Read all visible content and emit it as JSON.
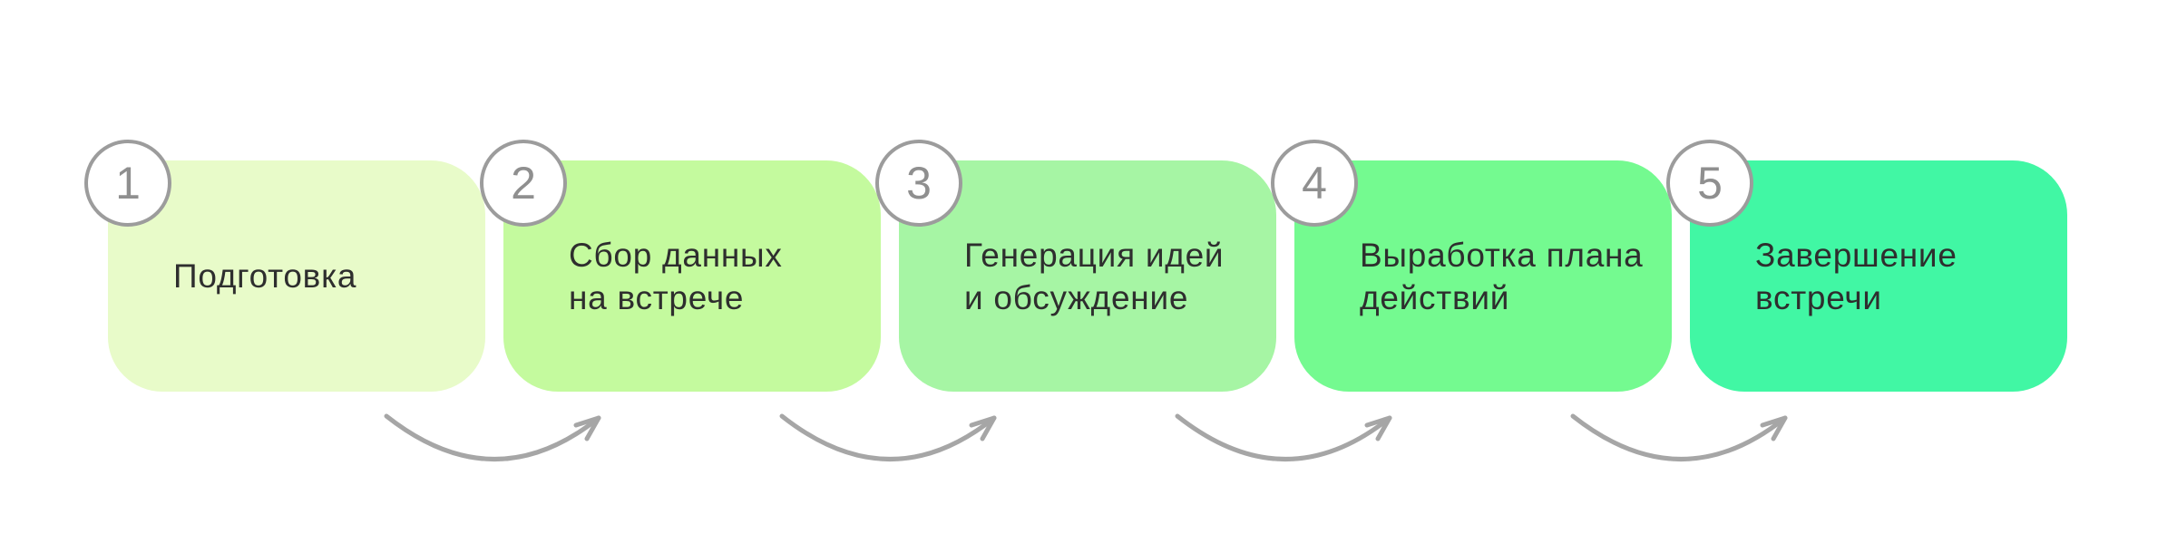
{
  "diagram": {
    "name": "meeting-process-steps",
    "steps": [
      {
        "number": "1",
        "label": "Подготовка",
        "color": "#E8FBC9"
      },
      {
        "number": "2",
        "label": "Сбор данных\nна встрече",
        "color": "#C4FA9E"
      },
      {
        "number": "3",
        "label": "Генерация идей\nи обсуждение",
        "color": "#A6F5A4"
      },
      {
        "number": "4",
        "label": "Выработка плана\nдействий",
        "color": "#74FA90"
      },
      {
        "number": "5",
        "label": "Завершение\nвстречи",
        "color": "#41F7A4"
      }
    ],
    "colors": {
      "background": "#FFFFFF",
      "text": "#2E2E2E",
      "circle_border": "#9C9C9C",
      "circle_fill": "#FFFFFF",
      "number": "#8F8F8F",
      "arrow": "#A6A6A6"
    }
  }
}
